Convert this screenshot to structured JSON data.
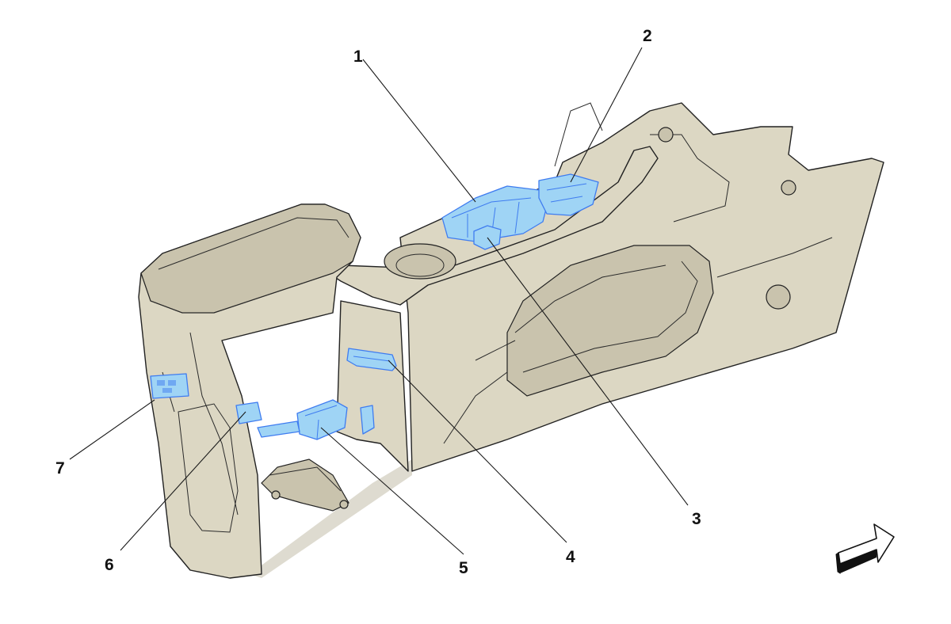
{
  "callouts": [
    {
      "id": "1",
      "label": "1"
    },
    {
      "id": "2",
      "label": "2"
    },
    {
      "id": "3",
      "label": "3"
    },
    {
      "id": "4",
      "label": "4"
    },
    {
      "id": "5",
      "label": "5"
    },
    {
      "id": "6",
      "label": "6"
    },
    {
      "id": "7",
      "label": "7"
    }
  ],
  "colors": {
    "console_body": "#dcd7c3",
    "highlight_fill": "#9fd4f5",
    "highlight_stroke": "#3f7cf0",
    "outline": "#222222"
  },
  "icons": {
    "direction": "front-direction-arrow-icon"
  }
}
